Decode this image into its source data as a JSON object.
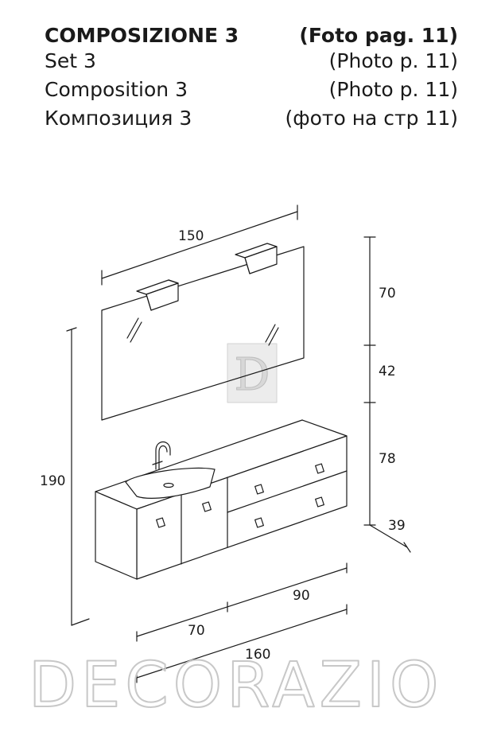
{
  "header": {
    "rows": [
      {
        "left": "COMPOSIZIONE  3",
        "right": "(Foto pag. 11)"
      },
      {
        "left": "Set  3",
        "right": "(Photo p. 11)"
      },
      {
        "left": "Composition 3",
        "right": "(Photo p. 11)"
      },
      {
        "left": "Композиция  3",
        "right": "(фото на стр 11)"
      }
    ]
  },
  "dimensions": {
    "mirror_width": "150",
    "mirror_height": "70",
    "gap_height": "42",
    "cabinet_height": "78",
    "cabinet_depth": "39",
    "total_height": "190",
    "left_module_width": "70",
    "right_module_width": "90",
    "total_width": "160"
  },
  "watermark": {
    "text": "DECORAZIO",
    "center_logo_letter": "D"
  },
  "colors": {
    "line": "#1a1a1a",
    "watermark": "#c8c8c8"
  }
}
